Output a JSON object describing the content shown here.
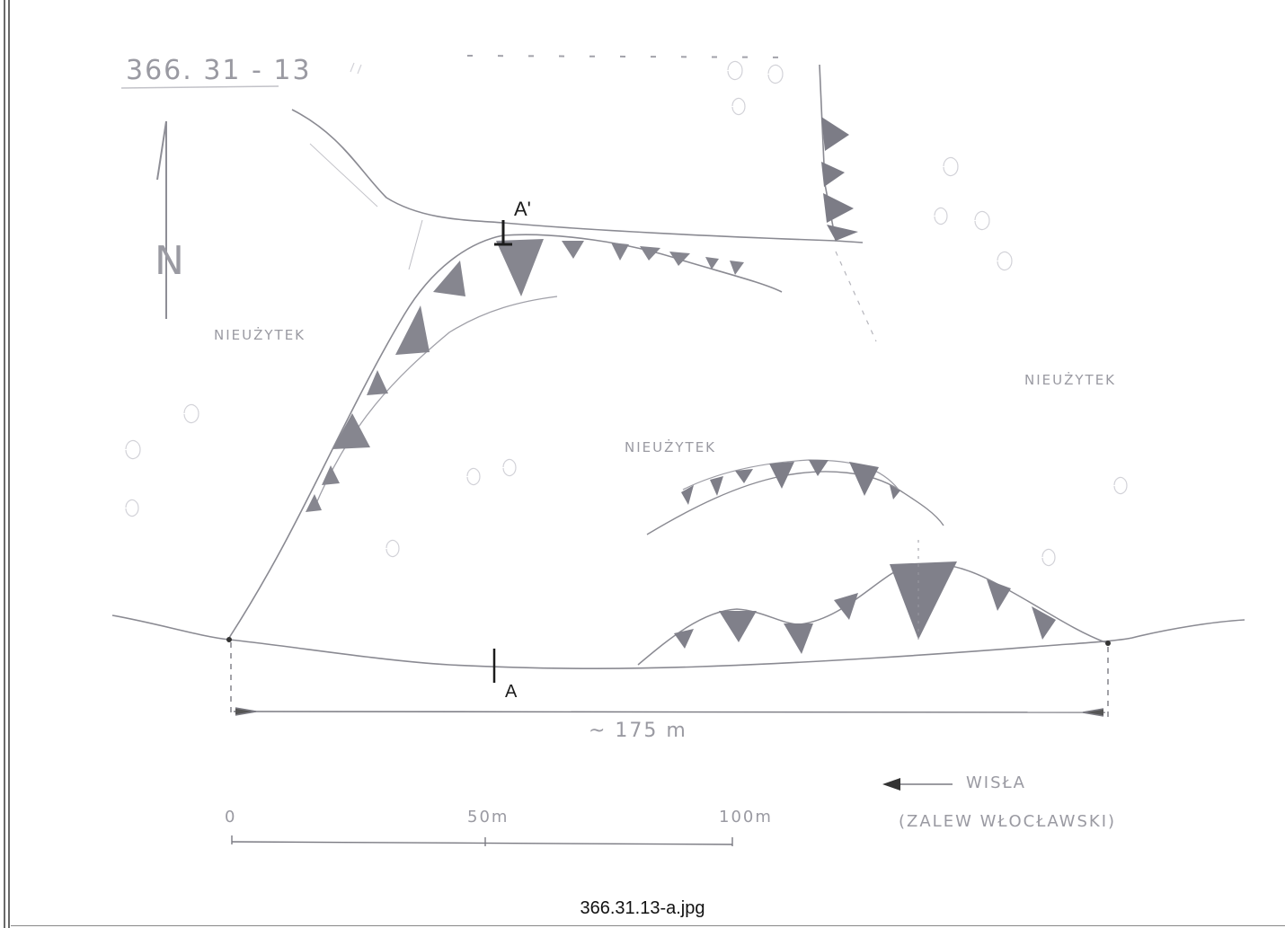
{
  "sheet_id": "366. 31 - 13",
  "north_letter": "N",
  "labels": {
    "nieuzytek_left": "NIEUŻYTEK",
    "nieuzytek_center": "NIEUŻYTEK",
    "nieuzytek_right": "NIEUŻYTEK"
  },
  "profile": {
    "start_label": "A",
    "end_label": "A'"
  },
  "dimension": {
    "text": "~ 175 m"
  },
  "scale_bar": {
    "ticks": [
      "0",
      "50m",
      "100m"
    ]
  },
  "river": {
    "name": "WISŁA",
    "note": "(ZALEW WŁOCŁAWSKI)"
  },
  "caption": "366.31.13-a.jpg",
  "colors": {
    "pencil": "#9a9aa2",
    "hatch": "#8c8c94",
    "frame": "#6a6a6a"
  }
}
